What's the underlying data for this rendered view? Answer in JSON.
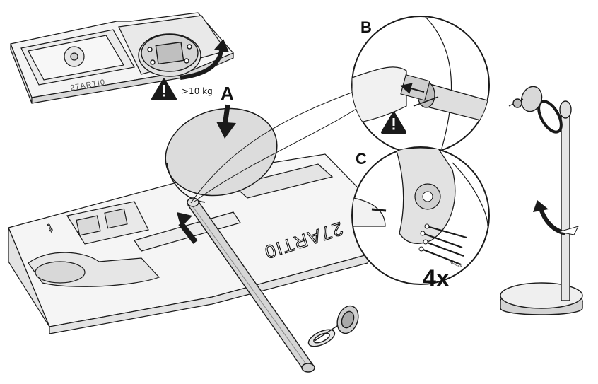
{
  "labels": {
    "step_a": "A",
    "step_b": "B",
    "step_c": "C",
    "screw_count": "4x",
    "weight_note": ">10  kg",
    "box_print_top": "27ARTI0",
    "box_print_main": "27ARTI0",
    "screw_code": "M4L24"
  },
  "icons": {
    "warning_top": "warning-triangle-icon",
    "warning_detail_b": "warning-triangle-icon",
    "arrow_down_a": "arrow-down-icon",
    "arrow_up_lift": "arrow-up-icon",
    "arrow_curved_top": "curved-arrow-icon",
    "arrow_curved_stand": "curved-arrow-icon"
  },
  "colors": {
    "line": "#1a1a1a",
    "fill_light": "#f2f2f2",
    "fill_mid": "#d9d9d9",
    "fill_dark": "#bcbcbc"
  }
}
